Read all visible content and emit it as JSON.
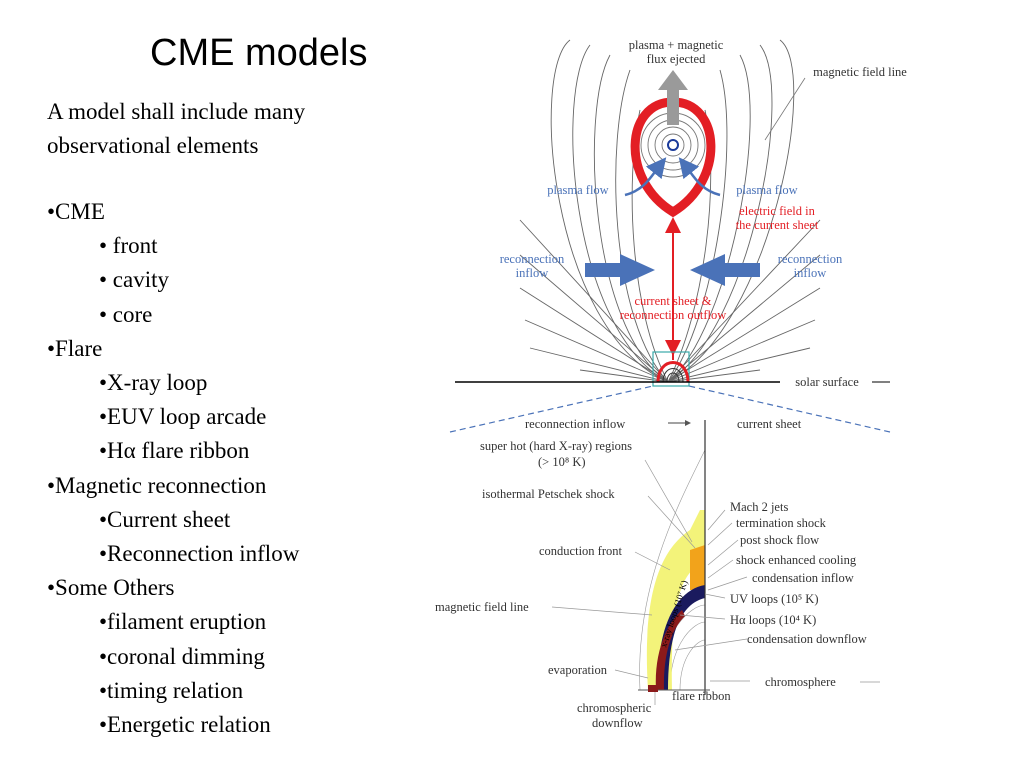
{
  "slide": {
    "title": "CME models",
    "intro": "A model shall include many observational elements",
    "bullets": [
      {
        "text": "•CME",
        "level": 0
      },
      {
        "text": "• front",
        "level": 1
      },
      {
        "text": "• cavity",
        "level": 1
      },
      {
        "text": "• core",
        "level": 1
      },
      {
        "text": "•Flare",
        "level": 0
      },
      {
        "text": "•X-ray loop",
        "level": 1
      },
      {
        "text": "•EUV loop arcade",
        "level": 1
      },
      {
        "text": "•Hα flare ribbon",
        "level": 1
      },
      {
        "text": "•Magnetic reconnection",
        "level": 0
      },
      {
        "text": "•Current sheet",
        "level": 1
      },
      {
        "text": "•Reconnection inflow",
        "level": 1
      },
      {
        "text": "•Some Others",
        "level": 0
      },
      {
        "text": "•filament eruption",
        "level": 1
      },
      {
        "text": "•coronal dimming",
        "level": 1
      },
      {
        "text": "•timing relation",
        "level": 1
      },
      {
        "text": "•Energetic relation",
        "level": 1
      }
    ]
  },
  "diagram": {
    "top": {
      "plasma_ejected_1": "plasma + magnetic",
      "plasma_ejected_2": "flux ejected",
      "field_line": "magnetic field line",
      "plasma_flow_left": "plasma flow",
      "plasma_flow_right": "plasma flow",
      "efield_1": "electric field  in",
      "efield_2": "the current sheet",
      "inflow_left_1": "reconnection",
      "inflow_left_2": "inflow",
      "inflow_right_1": "reconnection",
      "inflow_right_2": "inflow",
      "current_sheet_1": "current sheet &",
      "current_sheet_2": "reconnection outflow",
      "solar_surface": "solar surface"
    },
    "bottom": {
      "reconnection_inflow": "reconnection inflow",
      "current_sheet": "current sheet",
      "super_hot_1": "super hot (hard X-ray) regions",
      "super_hot_2": "(> 10⁸ K)",
      "petschek": "isothermal Petschek shock",
      "mach2": "Mach 2 jets",
      "termination": "termination shock",
      "post_shock": "post shock flow",
      "cooling": "shock enhanced cooling",
      "condensation_inflow": "condensation inflow",
      "conduction": "conduction front",
      "uv_loops": "UV loops (10⁵ K)",
      "halpha_loops": "Hα loops (10⁴ K)",
      "field_line": "magnetic field line",
      "condensation_downflow": "condensation downflow",
      "xray_loops": "x-ray loops (10⁷ K)",
      "evaporation": "evaporation",
      "chromosphere": "chromosphere",
      "chromo_downflow_1": "chromospheric",
      "chromo_downflow_2": "downflow",
      "flare_ribbon": "flare ribbon"
    },
    "colors": {
      "red": "#e31e24",
      "blue": "#4a72b8",
      "grey": "#9a9a9a",
      "yellow": "#f3f37a",
      "orange": "#f2a31b",
      "navy": "#1a1a5e",
      "maroon": "#8b1a1a"
    }
  }
}
